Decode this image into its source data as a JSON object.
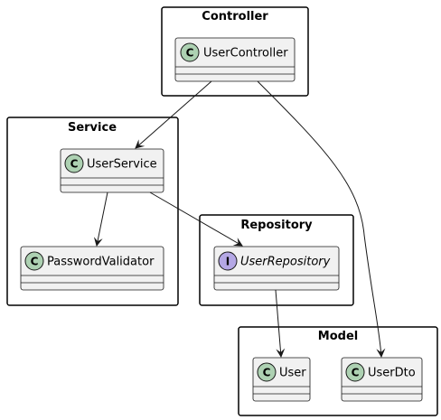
{
  "packages": {
    "controller": {
      "title": "Controller"
    },
    "service": {
      "title": "Service"
    },
    "repository": {
      "title": "Repository"
    },
    "model": {
      "title": "Model"
    }
  },
  "classes": {
    "user_controller": {
      "name": "UserController",
      "kind": "C"
    },
    "user_service": {
      "name": "UserService",
      "kind": "C"
    },
    "password_validator": {
      "name": "PasswordValidator",
      "kind": "C"
    },
    "user_repository": {
      "name": "UserRepository",
      "kind": "I"
    },
    "user": {
      "name": "User",
      "kind": "C"
    },
    "user_dto": {
      "name": "UserDto",
      "kind": "C"
    }
  },
  "colors": {
    "class_fill": "#f1f1f1",
    "class_stroke": "#181818",
    "class_badge": "#add1b2",
    "interface_badge": "#b4a7e5",
    "package_stroke": "#000000",
    "arrow": "#181818"
  },
  "relations": [
    {
      "from": "UserController",
      "to": "UserService"
    },
    {
      "from": "UserController",
      "to": "UserDto"
    },
    {
      "from": "UserService",
      "to": "PasswordValidator"
    },
    {
      "from": "UserService",
      "to": "UserRepository"
    },
    {
      "from": "UserRepository",
      "to": "User"
    }
  ]
}
